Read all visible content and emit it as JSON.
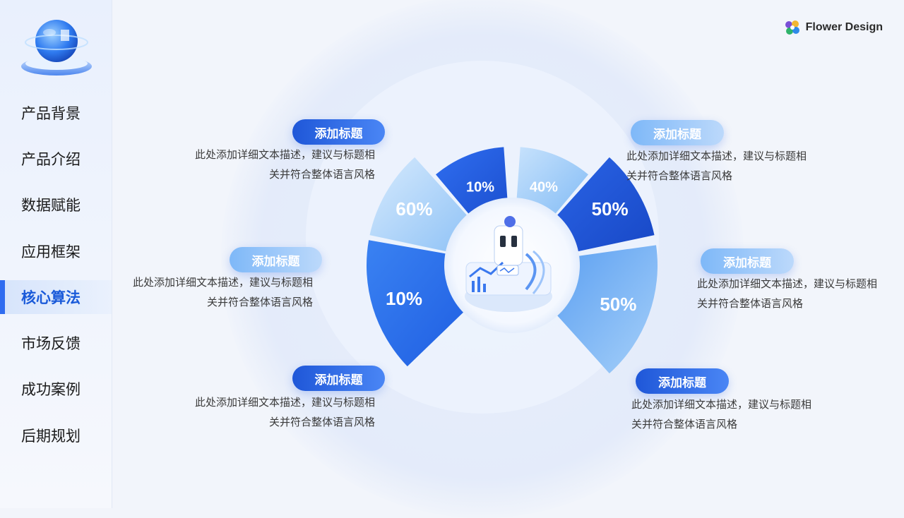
{
  "sidebar": {
    "items": [
      {
        "label": "产品背景",
        "active": false
      },
      {
        "label": "产品介绍",
        "active": false
      },
      {
        "label": "数据赋能",
        "active": false
      },
      {
        "label": "应用框架",
        "active": false
      },
      {
        "label": "核心算法",
        "active": true
      },
      {
        "label": "市场反馈",
        "active": false
      },
      {
        "label": "成功案例",
        "active": false
      },
      {
        "label": "后期规划",
        "active": false
      }
    ]
  },
  "brand": {
    "name": "Flower Design",
    "icon": "flower-logo-icon"
  },
  "callouts": [
    {
      "title": "添加标题",
      "line1": "此处添加详细文本描述，建议与标题相",
      "line2": "关并符合整体语言风格"
    },
    {
      "title": "添加标题",
      "line1": "此处添加详细文本描述，建议与标题相",
      "line2": "关并符合整体语言风格"
    },
    {
      "title": "添加标题",
      "line1": "此处添加详细文本描述，建议与标题相",
      "line2": "关并符合整体语言风格"
    },
    {
      "title": "添加标题",
      "line1": "此处添加详细文本描述，建议与标题相",
      "line2": "关并符合整体语言风格"
    },
    {
      "title": "添加标题",
      "line1": "此处添加详细文本描述，建议与标题相",
      "line2": "关并符合整体语言风格"
    },
    {
      "title": "添加标题",
      "line1": "此处添加详细文本描述，建议与标题相",
      "line2": "关并符合整体语言风格"
    }
  ],
  "chart_data": {
    "type": "pie",
    "segments": [
      {
        "label": "10%",
        "value": 10,
        "color": "#2a63e0"
      },
      {
        "label": "60%",
        "value": 60,
        "color": "#9ccaf7"
      },
      {
        "label": "10%",
        "value": 10,
        "color": "#2e74ec"
      },
      {
        "label": "40%",
        "value": 40,
        "color": "#8cc0f6"
      },
      {
        "label": "50%",
        "value": 50,
        "color": "#1f55d6"
      },
      {
        "label": "50%",
        "value": 50,
        "color": "#6aa8f2"
      }
    ]
  },
  "colors": {
    "accent": "#2f6cf0",
    "dark_blue": "#1f57d8",
    "light_blue": "#9ccaf7"
  }
}
